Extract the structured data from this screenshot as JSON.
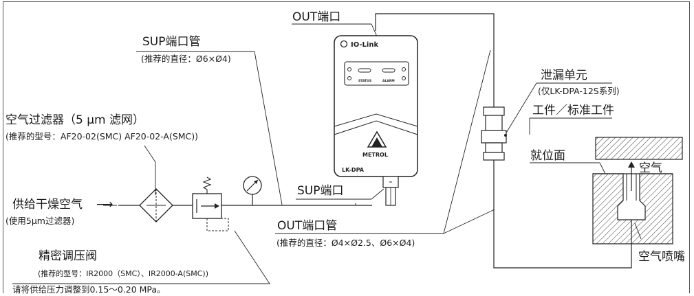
{
  "labels": {
    "out_port": "OUT端口",
    "sup_tube": "SUP端口管",
    "sup_tube_note": "(推荐的直径：Ø6×Ø4)",
    "filter": "空气过滤器（5 μm 滤网）",
    "filter_note": "(推荐的型号：AF20-02(SMC) AF20-02-A(SMC))",
    "supply": "供给干燥空气",
    "supply_note": "(使用5μm过滤器)",
    "regulator": "精密调压阀",
    "regulator_note": "(推荐的型号：IR2000（SMC）、IR2000-A(SMC))",
    "pressure_note": "请将供给压力调整到0.15～0.20 MPa。",
    "sup_port": "SUP端口",
    "out_tube": "OUT端口管",
    "out_tube_note": "(推荐的直径：Ø4×Ø2.5、Ø6×Ø4)",
    "leak_unit": "泄漏单元",
    "leak_unit_note": "(仅LK-DPA-12S系列)",
    "workpiece": "工件／标准工件",
    "seat_face": "就位面",
    "air": "空气",
    "nozzle": "空气喷嘴"
  },
  "device": {
    "brand_logo": "IO-Link",
    "led_status": "STATUS",
    "led_alarm": "ALARM",
    "maker": "METROL",
    "model": "LK-DPA"
  },
  "icons": {
    "filter": "filter-diamond-icon",
    "regulator": "regulator-valve-icon",
    "gauge": "pressure-gauge-icon",
    "fitting": "tube-fitting-icon"
  }
}
